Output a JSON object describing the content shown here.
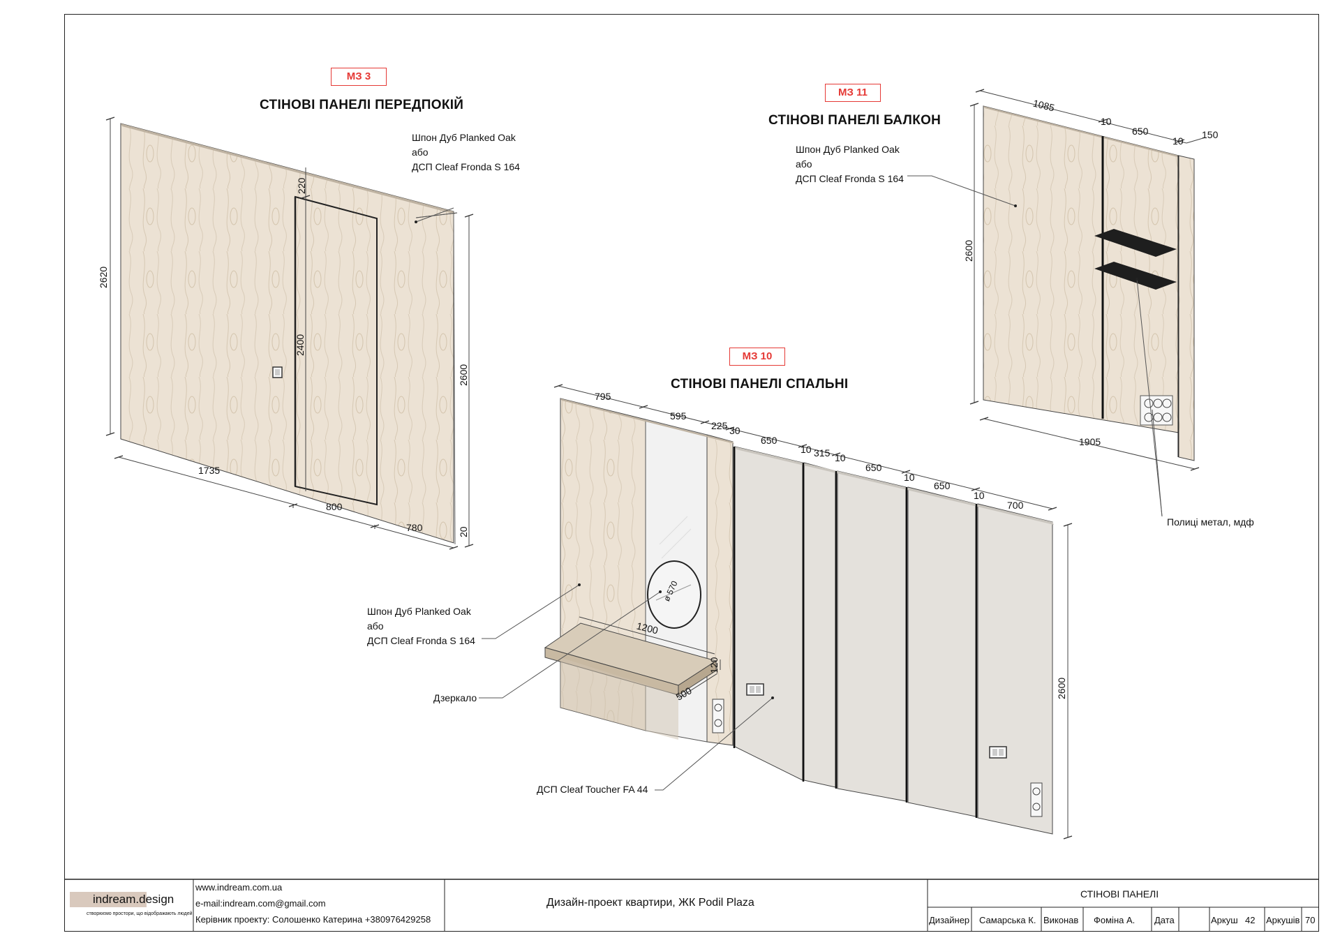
{
  "views": {
    "entry": {
      "tag": "МЗ 3",
      "title": "СТІНОВІ ПАНЕЛІ ПЕРЕДПОКІЙ",
      "note": [
        "Шпон   Дуб Planked Oak",
        "або",
        "ДСП Cleaf Fronda S 164"
      ],
      "dims": {
        "h_total": "2620",
        "h_right": "2600",
        "door_h": "2400",
        "door_top": "220",
        "w_left": "1735",
        "w_door": "800",
        "w_right": "780",
        "base": "20"
      }
    },
    "balcony": {
      "tag": "МЗ 11",
      "title": "СТІНОВІ ПАНЕЛІ БАЛКОН",
      "note": [
        "Шпон   Дуб Planked Oak",
        "або",
        "ДСП Cleaf Fronda S 164"
      ],
      "dims": {
        "a": "1085",
        "b": "10",
        "c": "650",
        "d": "10",
        "e": "150",
        "h": "2600",
        "w": "1905"
      },
      "shelf_note": "Полиці метал, мдф"
    },
    "bedroom": {
      "tag": "МЗ 10",
      "title": "СТІНОВІ ПАНЕЛІ СПАЛЬНІ",
      "note": [
        "Шпон   Дуб Planked Oak",
        "або",
        "ДСП Cleaf Fronda S 164"
      ],
      "mirror_note": "Дзеркало",
      "panel_note": "ДСП Cleaf Toucher FA 44",
      "dims": {
        "d795": "795",
        "d595": "595",
        "d225": "225",
        "d30": "30",
        "d650a": "650",
        "d10a": "10",
        "d315": "315",
        "d10b": "10",
        "d650b": "650",
        "d10c": "10",
        "d650c": "650",
        "d10d": "10",
        "d700": "700",
        "h": "2600",
        "shelf_w": "1200",
        "shelf_d": "500",
        "shelf_t": "120",
        "mirror": "ø 570"
      }
    }
  },
  "title_block": {
    "logo": "indream.design",
    "logo_sub": "створюємо простори, що відображають людей",
    "website": "www.indream.com.ua",
    "email": "e-mail:indream.com@gmail.com",
    "manager": "Керівник проекту:  Солошенко Катерина +380976429258",
    "project": "Дизайн-проект квартири, ЖК  Podil Plaza",
    "sheet_title": "СТІНОВІ ПАНЕЛІ",
    "designer_label": "Дизайнер",
    "designer": "Самарська К.",
    "executor_label": "Виконав",
    "executor": "Фоміна А.",
    "date_label": "Дата",
    "sheet_label": "Аркуш",
    "sheet_no": "42",
    "sheets_label": "Аркушів",
    "sheets_total": "70"
  }
}
